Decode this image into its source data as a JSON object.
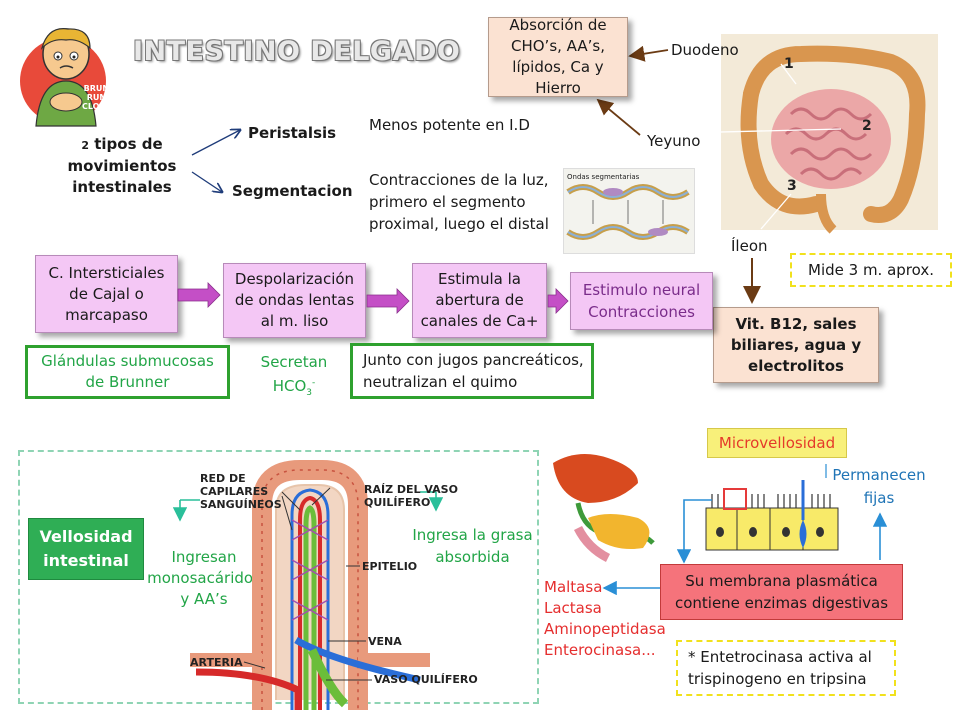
{
  "title": "INTESTINO DELGADO",
  "cartoon_text": "BRUM RUM CLORCK",
  "movements": {
    "heading": "2 tipos de movimientos intestinales",
    "heading_num": "2",
    "heading_line1": "tipos de",
    "heading_line2": "movimientos",
    "heading_line3": "intestinales",
    "peristalsis": "Peristalsis",
    "peristalsis_desc": "Menos potente en I.D",
    "segmentation": "Segmentacion",
    "segmentation_desc_1": "Contracciones de la luz,",
    "segmentation_desc_2": "primero el segmento",
    "segmentation_desc_3": "proximal, luego el distal",
    "wave_label": "Ondas segmentarias"
  },
  "absorption": {
    "line1": "Absorción de",
    "line2": "CHO’s, AA’s,",
    "line3": "lípidos, Ca y Hierro"
  },
  "anatomy": {
    "duodeno": "Duodeno",
    "yeyuno": "Yeyuno",
    "ileon": "Íleon",
    "n1": "1",
    "n2": "2",
    "n3": "3"
  },
  "length_note": "Mide 3 m. aprox.",
  "ileon_absorbs": {
    "line1": "Vit. B12, sales",
    "line2": "biliares, agua y",
    "line3": "electrolitos"
  },
  "flow": {
    "cajal_1": "C. Intersticiales",
    "cajal_2": "de Cajal o",
    "cajal_3": "marcapaso",
    "depol_1": "Despolarización",
    "depol_2": "de ondas lentas",
    "depol_3": "al m. liso",
    "ca_1": "Estimula la",
    "ca_2": "abertura de",
    "ca_3": "canales de Ca+",
    "neural_1": "Estimulo neural",
    "neural_2": "Contracciones"
  },
  "brunner": {
    "glands_1": "Glándulas submucosas",
    "glands_2": "de Brunner",
    "secretan_1": "Secretan",
    "secretan_2": "HCO",
    "hco3_sub": "3",
    "hco3_sup": "-",
    "pancreas_1": "Junto con jugos pancreáticos,",
    "pancreas_2": "neutralizan el quimo"
  },
  "villus": {
    "title_1": "Vellosidad",
    "title_2": "intestinal",
    "mono_1": "Ingresan",
    "mono_2": "monosacáridos",
    "mono_3": "y AA’s",
    "fat_1": "Ingresa la grasa",
    "fat_2": "absorbida",
    "red_capilares_1": "RED DE",
    "red_capilares_2": "CAPILARES",
    "red_capilares_3": "SANGUÍNEOS",
    "raiz_1": "RAÍZ DEL VASO",
    "raiz_2": "QUILÍFERO",
    "epitelio": "EPITELIO",
    "vena": "VENA",
    "arteria": "ARTERIA",
    "vaso_quilifero": "VASO QUILÍFERO"
  },
  "micro": {
    "title": "Microvellosidad",
    "fixed_1": "Permanecen",
    "fixed_2": "fijas",
    "membrane_1": "Su membrana plasmática",
    "membrane_2": "contiene enzimas digestivas",
    "enzymes": [
      "Maltasa",
      "Lactasa",
      "Aminopeptidasa",
      "Enterocinasa..."
    ],
    "note_1": "* Entetrocinasa activa al",
    "note_2": "trispinogeno  en tripsina"
  },
  "colors": {
    "pink_box": "#f4c7f5",
    "peach_box": "#fbe2d2",
    "green": "#2ea12e",
    "green_text": "#22a547",
    "blue_text": "#1f74b6",
    "red_text": "#e52e2e",
    "yellow_dash": "#f1e11d",
    "arrow_purple": "#c44fc6",
    "membrane_red": "#f5737b"
  }
}
